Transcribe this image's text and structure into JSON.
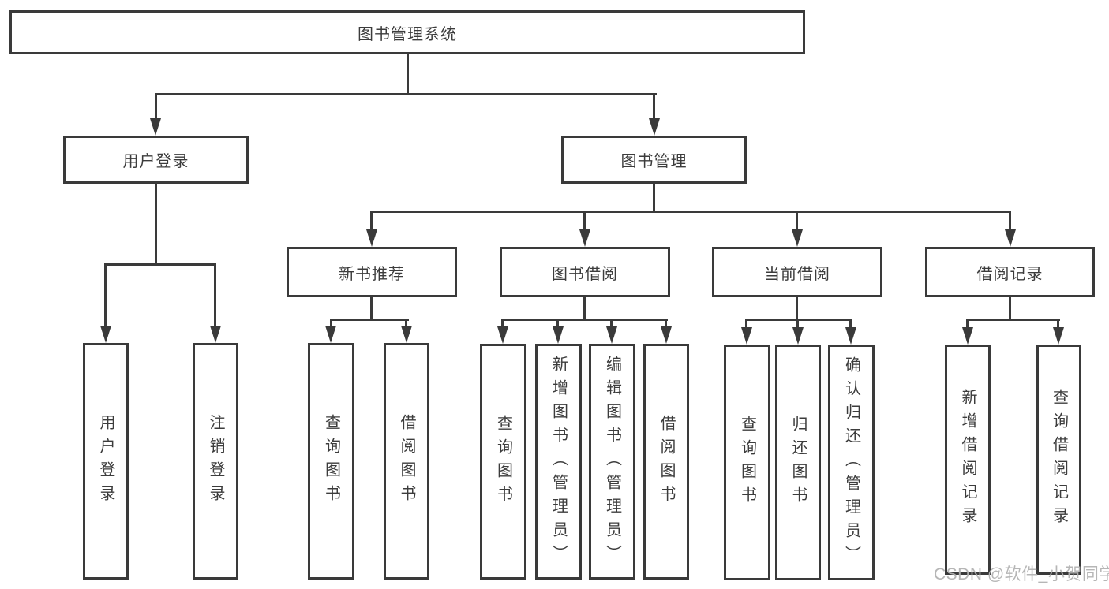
{
  "colors": {
    "line": "#3a3a3a",
    "text": "#3c3c3c",
    "background": "#ffffff",
    "watermark": "#b3b3b3"
  },
  "tree": {
    "label": "图书管理系统",
    "children": [
      {
        "label": "用户登录",
        "children": [
          {
            "label": "用户登录"
          },
          {
            "label": "注销登录"
          }
        ]
      },
      {
        "label": "图书管理",
        "children": [
          {
            "label": "新书推荐",
            "children": [
              {
                "label": "查询图书"
              },
              {
                "label": "借阅图书"
              }
            ]
          },
          {
            "label": "图书借阅",
            "children": [
              {
                "label": "查询图书"
              },
              {
                "label": "新增图书（管理员）"
              },
              {
                "label": "编辑图书（管理员）"
              },
              {
                "label": "借阅图书"
              }
            ]
          },
          {
            "label": "当前借阅",
            "children": [
              {
                "label": "查询图书"
              },
              {
                "label": "归还图书"
              },
              {
                "label": "确认归还（管理员）"
              }
            ]
          },
          {
            "label": "借阅记录",
            "children": [
              {
                "label": "新增借阅记录"
              },
              {
                "label": "查询借阅记录"
              }
            ]
          }
        ]
      }
    ]
  },
  "watermark": {
    "text": "CSDN @软件_小贺同学"
  }
}
